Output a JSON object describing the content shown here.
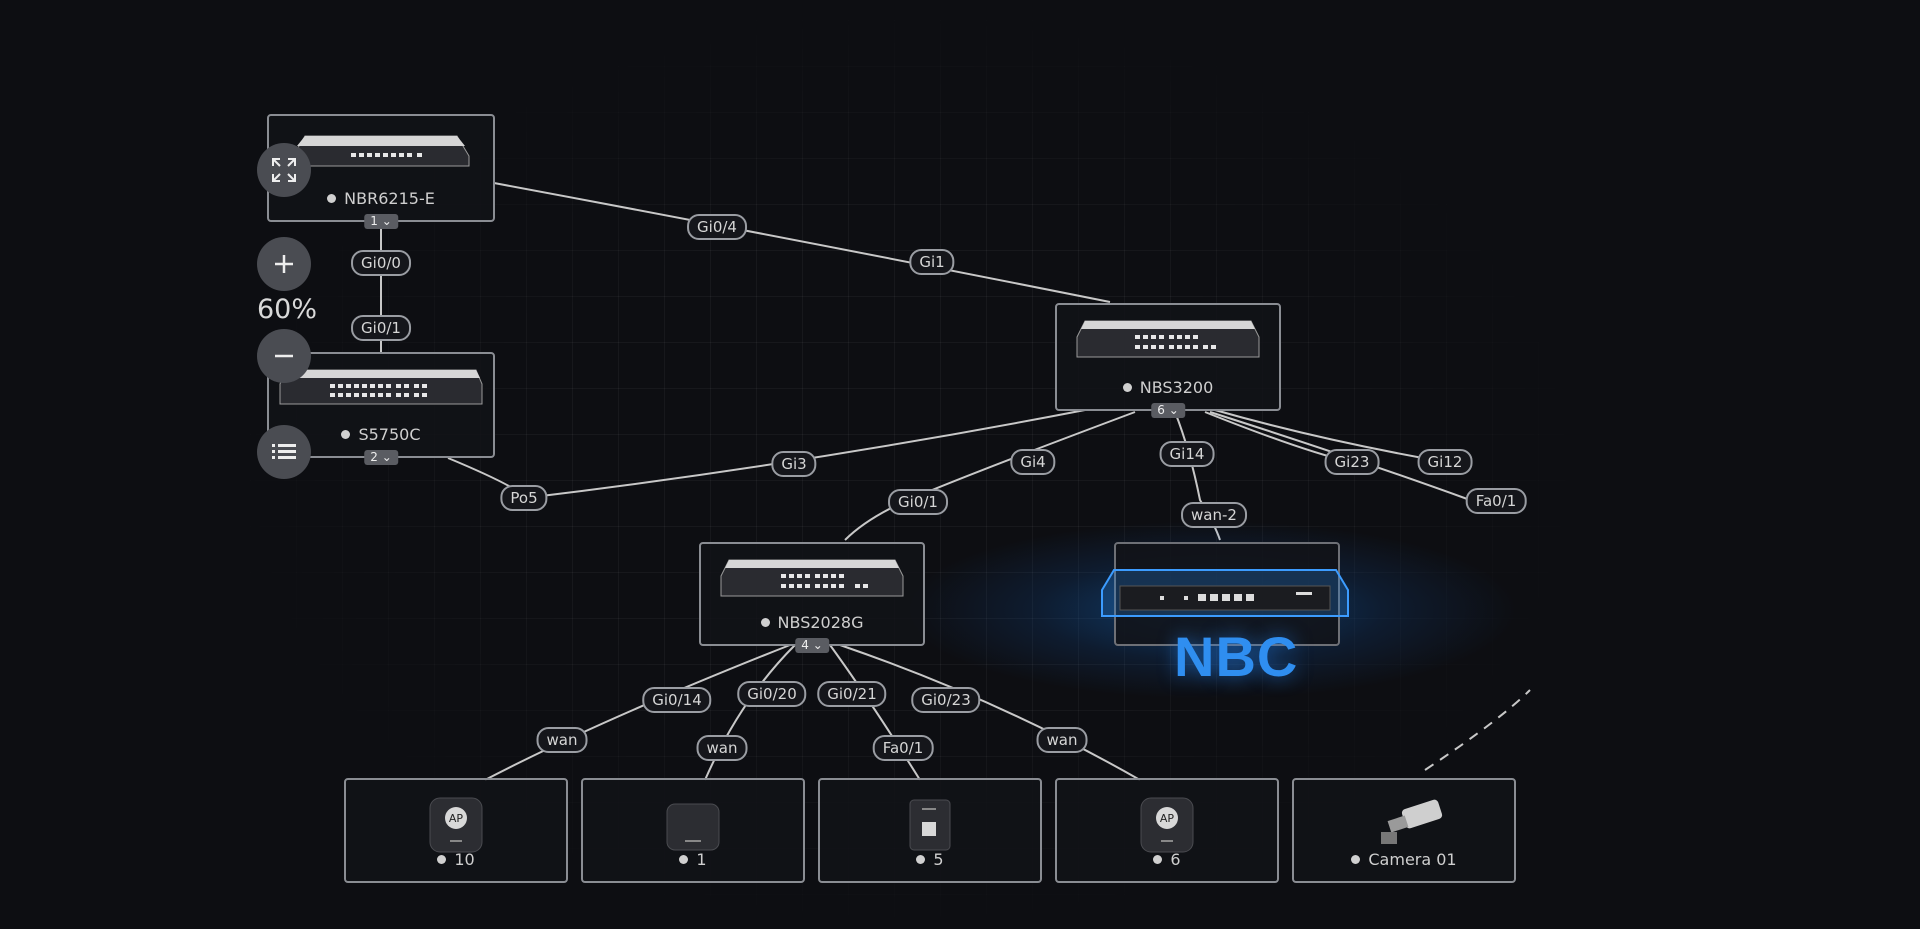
{
  "controls": {
    "zoom_level": "60%",
    "icons": [
      "fullscreen-icon",
      "zoom-in-icon",
      "zoom-out-icon",
      "list-icon"
    ]
  },
  "devices": {
    "nbr": {
      "name": "NBR6215-E",
      "count": "1"
    },
    "s5750": {
      "name": "S5750C",
      "count": "2"
    },
    "nbs3200": {
      "name": "NBS3200",
      "count": "6"
    },
    "nbs2028": {
      "name": "NBS2028G",
      "count": "4"
    },
    "nbc": {
      "label": "NBC"
    },
    "ap10": {
      "name": "10",
      "icon_text": "AP"
    },
    "dev1": {
      "name": "1"
    },
    "dev5": {
      "name": "5"
    },
    "ap6": {
      "name": "6",
      "icon_text": "AP"
    },
    "camera": {
      "name": "Camera 01"
    }
  },
  "ports": {
    "gi0_4": "Gi0/4",
    "gi1": "Gi1",
    "gi0_0": "Gi0/0",
    "gi0_1_left": "Gi0/1",
    "po5": "Po5",
    "gi3": "Gi3",
    "gi4": "Gi4",
    "gi14": "Gi14",
    "gi23": "Gi23",
    "gi12": "Gi12",
    "fa0_1_right": "Fa0/1",
    "wan_2": "wan-2",
    "gi0_1_mid": "Gi0/1",
    "gi0_14": "Gi0/14",
    "gi0_20": "Gi0/20",
    "gi0_21": "Gi0/21",
    "gi0_23": "Gi0/23",
    "wan_a": "wan",
    "wan_b": "wan",
    "fa0_1_bottom": "Fa0/1",
    "wan_c": "wan"
  },
  "colors": {
    "background": "#0d0e12",
    "link": "#c8c8c8",
    "accent": "#2f8ef0"
  }
}
